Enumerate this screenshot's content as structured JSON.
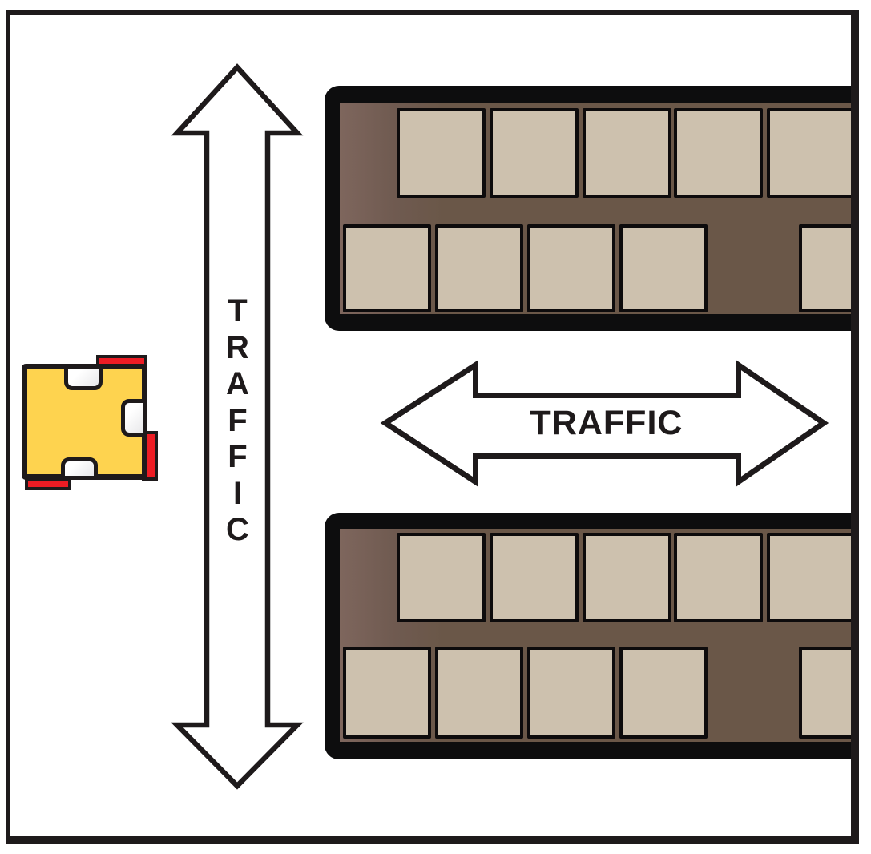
{
  "labels": {
    "vertical_arrow": "TRAFFIC",
    "horizontal_arrow": "TRAFFIC"
  },
  "colors": {
    "background": "#ffffff",
    "outline": "#1e1a1b",
    "rack_frame": "#0d0d0e",
    "rack_floor": "#6a5748",
    "pallet": "#cdc1ae",
    "vehicle_body": "#fed34f",
    "vehicle_accent": "#ed1c24"
  },
  "racks": [
    {
      "name": "top-rack",
      "rows": [
        {
          "slots": [
            "empty",
            "pallet",
            "pallet",
            "pallet",
            "pallet",
            "pallet"
          ]
        },
        {
          "slots": [
            "pallet",
            "pallet",
            "pallet",
            "pallet",
            "empty",
            "pallet"
          ]
        }
      ]
    },
    {
      "name": "bottom-rack",
      "rows": [
        {
          "slots": [
            "empty",
            "pallet",
            "pallet",
            "pallet",
            "pallet",
            "pallet"
          ]
        },
        {
          "slots": [
            "pallet",
            "pallet",
            "pallet",
            "pallet",
            "empty",
            "pallet"
          ]
        }
      ]
    }
  ]
}
